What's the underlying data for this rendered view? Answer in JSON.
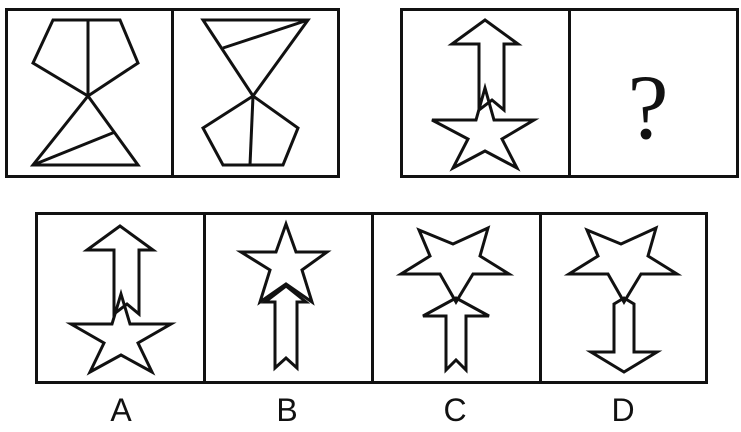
{
  "question": {
    "given_sequence": {
      "cells": [
        {
          "figure": "pentagon-above-triangle-icon"
        },
        {
          "figure": "triangle-above-pentagon-icon"
        }
      ]
    },
    "target_pair": {
      "cells": [
        {
          "figure": "arrow-up-above-star-icon"
        },
        {
          "figure": "question-mark",
          "text": "?"
        }
      ]
    }
  },
  "options": [
    {
      "label": "A",
      "figure": "arrow-up-above-star-icon"
    },
    {
      "label": "B",
      "figure": "star-above-arrow-up-icon"
    },
    {
      "label": "C",
      "figure": "star-above-arrow-up-icon"
    },
    {
      "label": "D",
      "figure": "star-above-arrow-down-icon"
    }
  ],
  "colors": {
    "stroke": "#111111",
    "background": "#ffffff"
  }
}
